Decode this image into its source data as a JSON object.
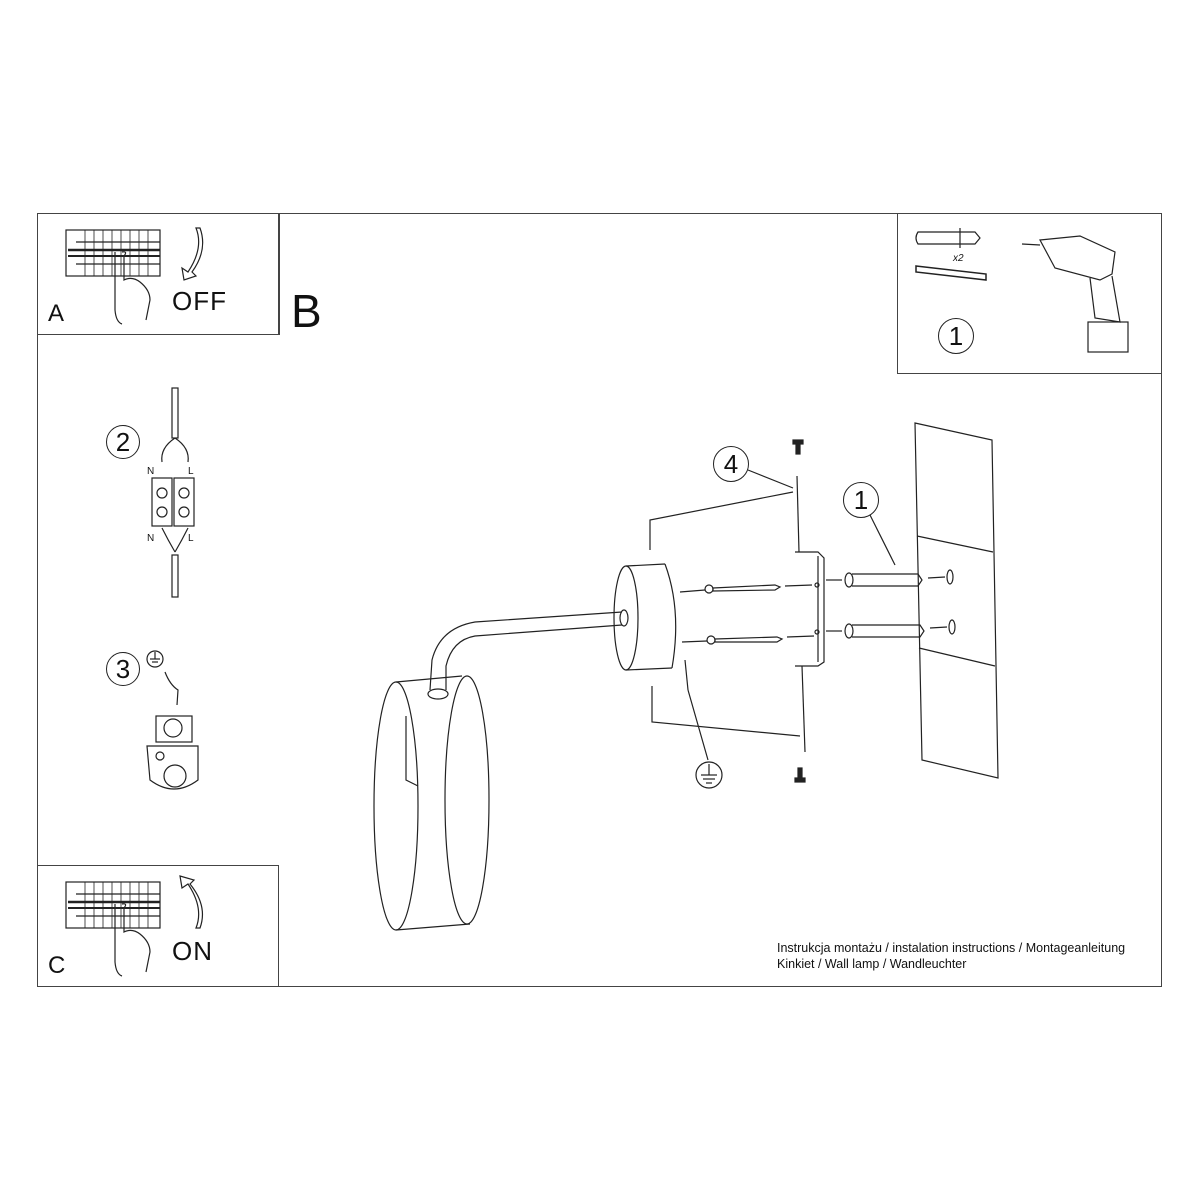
{
  "panels": {
    "a": {
      "letter": "A",
      "action": "OFF"
    },
    "b": {
      "letter": "B"
    },
    "c": {
      "letter": "C",
      "action": "ON"
    },
    "tools": {
      "step": "1",
      "quantity": "x2"
    }
  },
  "steps": {
    "wiring": {
      "number": "2",
      "labels": {
        "top_left": "N",
        "top_right": "L",
        "bottom_left": "N",
        "bottom_right": "L"
      }
    },
    "ground": {
      "number": "3"
    },
    "bracket": {
      "number": "4"
    },
    "anchors": {
      "number": "1"
    }
  },
  "caption": {
    "line1": "Instrukcja montażu / instalation instructions / Montageanleitung",
    "line2": "Kinkiet / Wall lamp / Wandleuchter"
  },
  "colors": {
    "line": "#222222",
    "background": "#ffffff"
  }
}
